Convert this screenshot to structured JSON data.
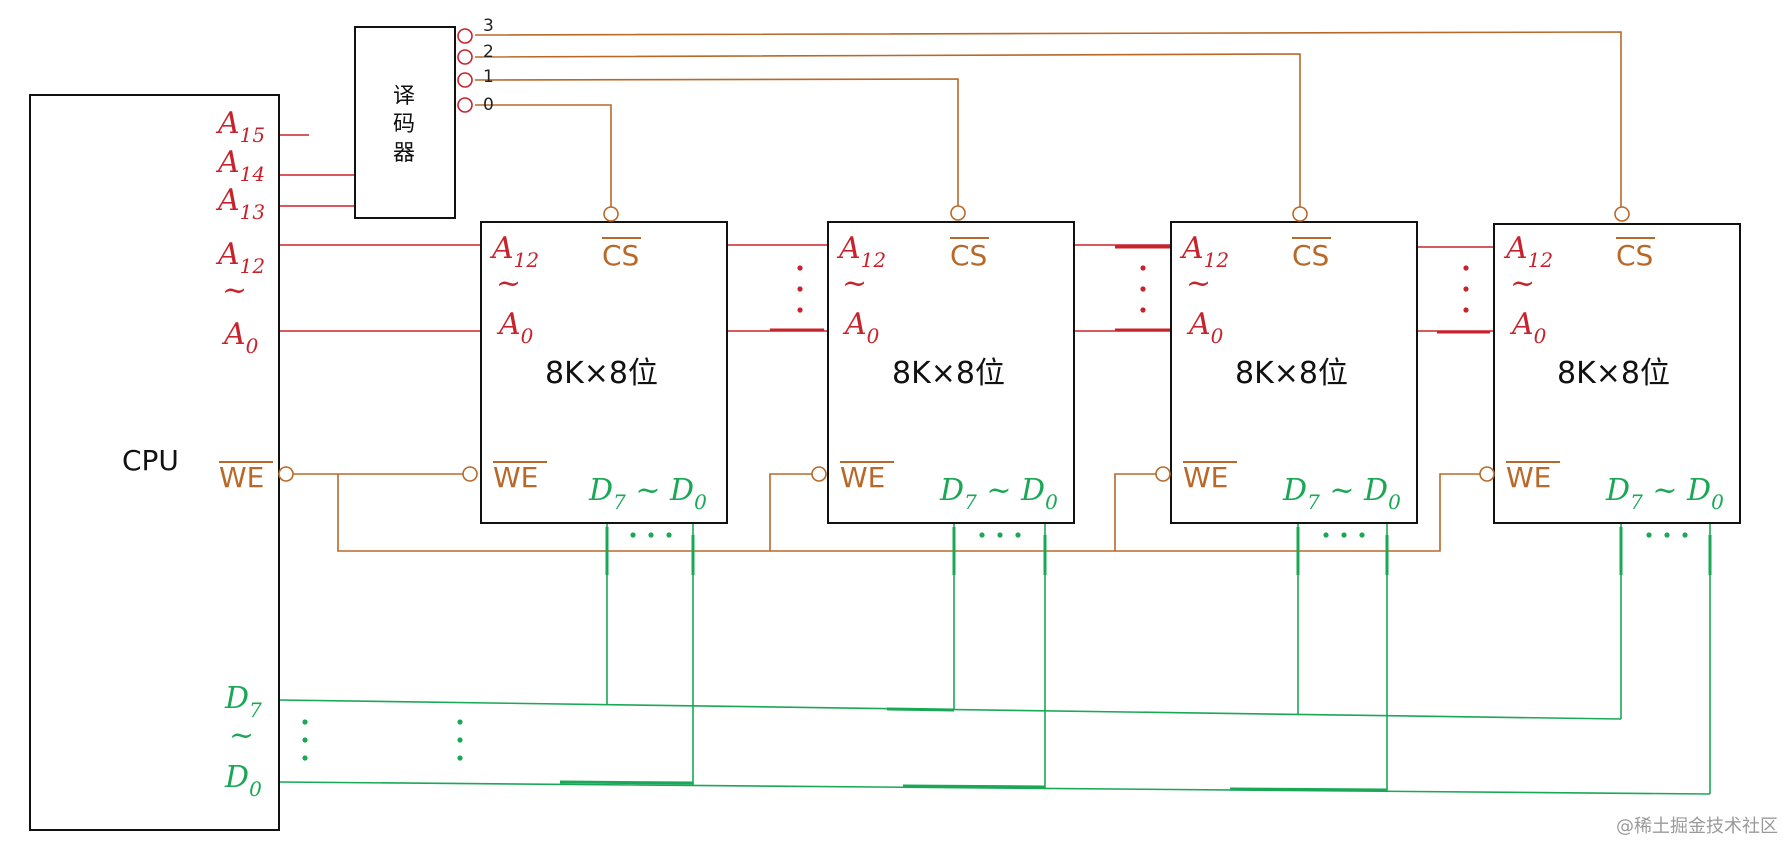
{
  "cpu": {
    "label": "CPU",
    "addr_high": [
      {
        "base": "A",
        "sub": "15"
      },
      {
        "base": "A",
        "sub": "14"
      },
      {
        "base": "A",
        "sub": "13"
      }
    ],
    "addr_low_top": {
      "base": "A",
      "sub": "12"
    },
    "addr_low_bottom": {
      "base": "A",
      "sub": "0"
    },
    "tilde": "~",
    "we": "WE",
    "data_top": {
      "base": "D",
      "sub": "7"
    },
    "data_bottom": {
      "base": "D",
      "sub": "0"
    }
  },
  "decoder": {
    "label_chars": [
      "译",
      "码",
      "器"
    ],
    "outputs": [
      "3",
      "2",
      "1",
      "0"
    ]
  },
  "chips": [
    {
      "title": "8K×8位",
      "cs": "CS",
      "we": "WE",
      "addr_top": {
        "base": "A",
        "sub": "12"
      },
      "addr_bottom": {
        "base": "A",
        "sub": "0"
      },
      "tilde": "~",
      "data": {
        "d7": "D",
        "d7_sub": "7",
        "sep": " ~ ",
        "d0": "D",
        "d0_sub": "0"
      }
    },
    {
      "title": "8K×8位",
      "cs": "CS",
      "we": "WE",
      "addr_top": {
        "base": "A",
        "sub": "12"
      },
      "addr_bottom": {
        "base": "A",
        "sub": "0"
      },
      "tilde": "~",
      "data": {
        "d7": "D",
        "d7_sub": "7",
        "sep": " ~ ",
        "d0": "D",
        "d0_sub": "0"
      }
    },
    {
      "title": "8K×8位",
      "cs": "CS",
      "we": "WE",
      "addr_top": {
        "base": "A",
        "sub": "12"
      },
      "addr_bottom": {
        "base": "A",
        "sub": "0"
      },
      "tilde": "~",
      "data": {
        "d7": "D",
        "d7_sub": "7",
        "sep": " ~ ",
        "d0": "D",
        "d0_sub": "0"
      }
    },
    {
      "title": "8K×8位",
      "cs": "CS",
      "we": "WE",
      "addr_top": {
        "base": "A",
        "sub": "12"
      },
      "addr_bottom": {
        "base": "A",
        "sub": "0"
      },
      "tilde": "~",
      "data": {
        "d7": "D",
        "d7_sub": "7",
        "sep": " ~ ",
        "d0": "D",
        "d0_sub": "0"
      }
    }
  ],
  "ellipsis": "⋯",
  "watermark": "@稀土掘金技术社区",
  "colors": {
    "address": "#c8232c",
    "control": "#b8692a",
    "data": "#1aa856",
    "outline": "#111111"
  }
}
